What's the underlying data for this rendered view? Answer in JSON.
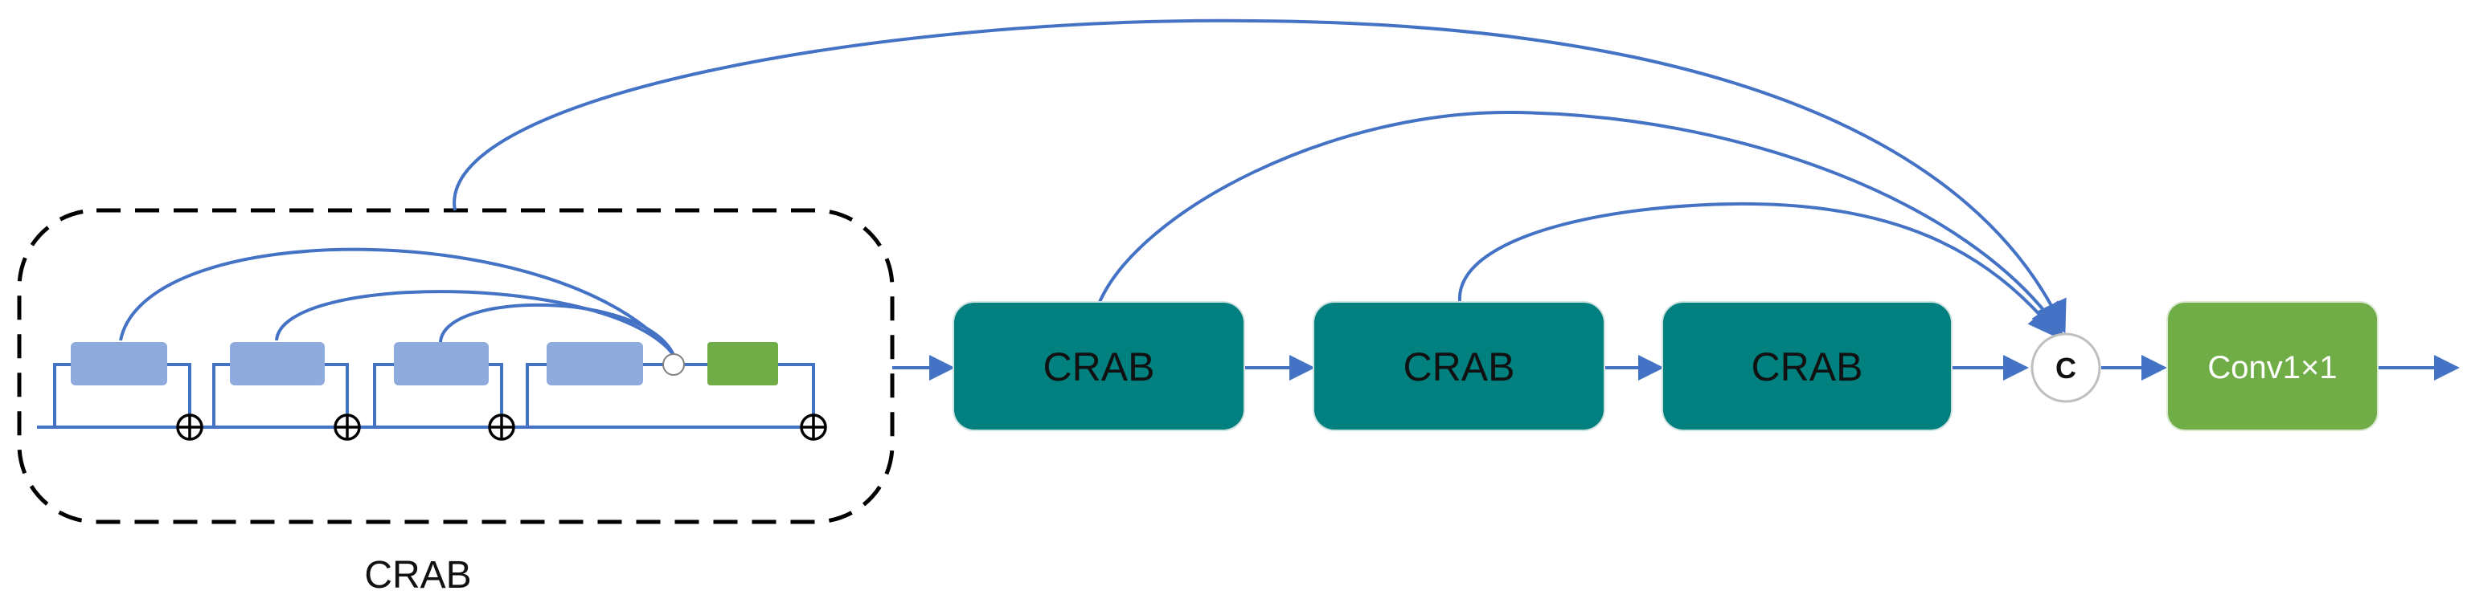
{
  "diagram": {
    "blocks": [
      {
        "id": "crab-1",
        "label": "CRAB"
      },
      {
        "id": "crab-2",
        "label": "CRAB"
      },
      {
        "id": "crab-3",
        "label": "CRAB"
      }
    ],
    "concat_label": "C",
    "conv_label": "Conv1×1",
    "detail_caption": "CRAB",
    "colors": {
      "crab_block": "#00807E",
      "conv_block": "#70AD47",
      "inner_unit": "#8FAADC",
      "inner_green": "#70AD47",
      "connector": "#4472C4",
      "dashed_border": "#000000"
    }
  }
}
